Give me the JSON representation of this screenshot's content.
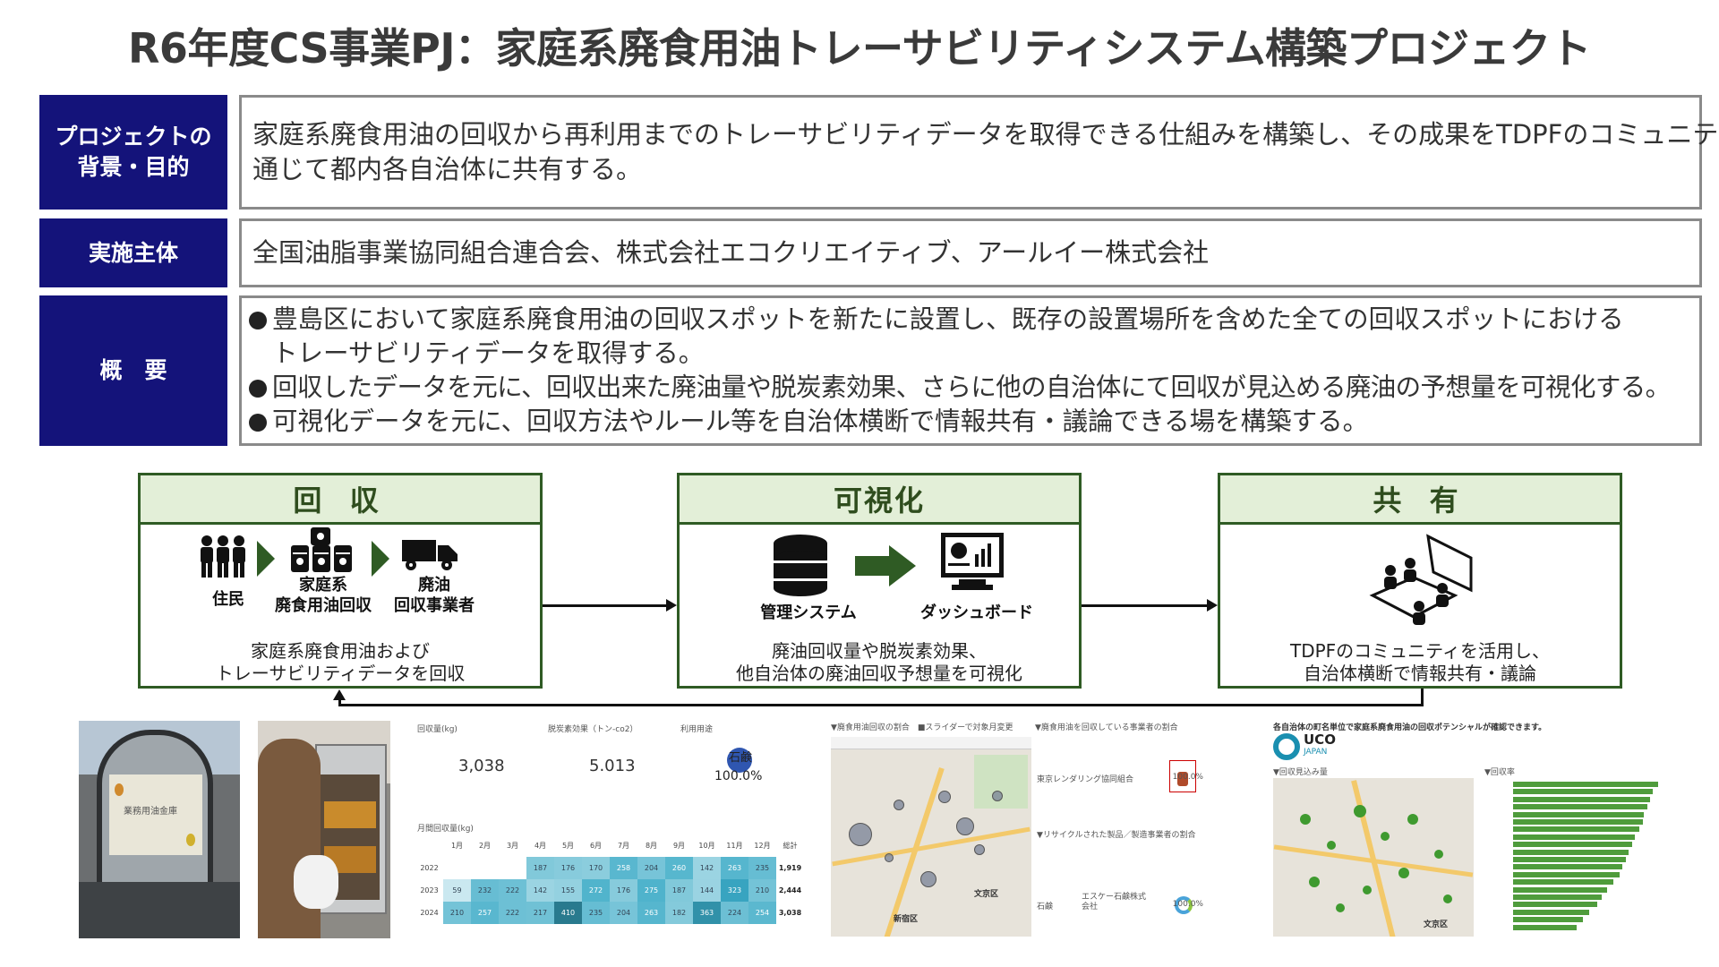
{
  "title": "R6年度CS事業PJ：家庭系廃食用油トレーサビリティシステム構築プロジェクト",
  "rows": {
    "background": {
      "label": "プロジェクトの\n背景・目的",
      "lines": [
        "家庭系廃食用油の回収から再利用までのトレーサビリティデータを取得できる仕組みを構築し、その成果をTDPFのコミュニティを",
        "通じて都内各自治体に共有する。"
      ]
    },
    "organizers": {
      "label": "実施主体",
      "text": "全国油脂事業協同組合連合会、株式会社エコクリエイティブ、アールイー株式会社"
    },
    "overview": {
      "label": "概　要",
      "bullets": [
        "豊島区において家庭系廃食用油の回収スポットを新たに設置し、既存の設置場所を含めた全ての回収スポットにおける",
        "トレーサビリティデータを取得する。",
        "回収したデータを元に、回収出来た廃油量や脱炭素効果、さらに他の自治体にて回収が見込める廃油の予想量を可視化する。",
        "可視化データを元に、回収方法やルール等を自治体横断で情報共有・議論できる場を構築する。"
      ]
    }
  },
  "flow": {
    "collect": {
      "header": "回 収",
      "items": [
        "住民",
        "家庭系\n廃食用油回収",
        "廃油\n回収事業者"
      ],
      "caption": "家庭系廃食用油および\nトレーサビリティデータを回収"
    },
    "visualize": {
      "header": "可視化",
      "items": [
        "管理システム",
        "ダッシュボード"
      ],
      "caption": "廃油回収量や脱炭素効果、\n他自治体の廃油回収予想量を可視化"
    },
    "share": {
      "header": "共 有",
      "caption": "TDPFのコミュニティを活用し、\n自治体横断で情報共有・議論"
    }
  },
  "screens": {
    "photo_sign": "業務用油金庫",
    "dashboard": {
      "kpi_labels": [
        "回収量(kg)",
        "脱炭素効果（トン-co2）",
        "利用用途"
      ],
      "kpi_values": [
        "3,038",
        "5.013"
      ],
      "usage_label": "石鹸",
      "usage_pct": "100.0%",
      "table_title": "月間回収量(kg)",
      "months": [
        "1月",
        "2月",
        "3月",
        "4月",
        "5月",
        "6月",
        "7月",
        "8月",
        "9月",
        "10月",
        "11月",
        "12月",
        "総計"
      ],
      "years": [
        "2022",
        "2023",
        "2024"
      ],
      "cells": [
        [
          "",
          "",
          "",
          "187",
          "176",
          "170",
          "258",
          "204",
          "260",
          "142",
          "263",
          "235",
          "1,919"
        ],
        [
          "59",
          "232",
          "222",
          "142",
          "155",
          "272",
          "176",
          "275",
          "187",
          "144",
          "323",
          "210",
          "2,444"
        ],
        [
          "210",
          "257",
          "222",
          "217",
          "410",
          "235",
          "204",
          "263",
          "182",
          "363",
          "224",
          "254",
          "3,038"
        ]
      ]
    },
    "map1": {
      "left_title": "▼廃食用油回収の割合　■スライダーで対象月変更",
      "right_title": "▼廃食用油を回収している事業者の割合",
      "org": "東京レンダリング協同組合",
      "org_pct": "100.0%",
      "recycle_title": "▼リサイクルされた製品／製造事業者の割合",
      "product": "石鹸",
      "maker": "エスケー石鹸株式\n会社",
      "product_pct": "100.0%",
      "district": "文京区",
      "district2": "新宿区"
    },
    "map2": {
      "header": "各自治体の町名単位で家庭系廃食用油の回収ポテンシャルが確認できます。",
      "logo_main": "UCO",
      "logo_sub": "JAPAN",
      "left_title": "▼回収見込み量",
      "right_title": "▼回収率",
      "district": "文京区"
    }
  }
}
